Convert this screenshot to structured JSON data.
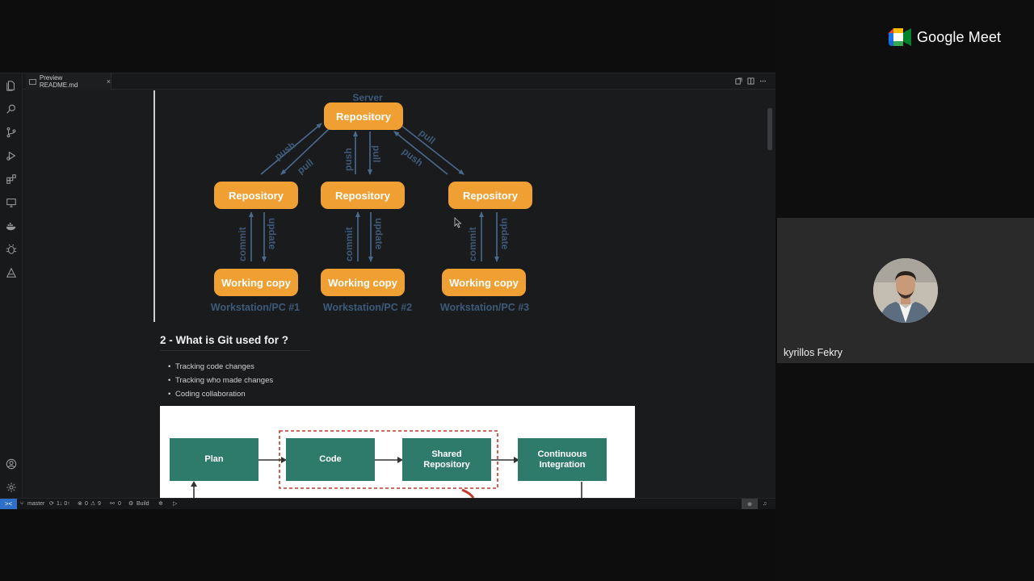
{
  "editor": {
    "tab_label": "Preview README.md",
    "tab_close": "×"
  },
  "git_diagram": {
    "server_label": "Server",
    "server_repo": "Repository",
    "local_repos": [
      "Repository",
      "Repository",
      "Repository"
    ],
    "working_copies": [
      "Working copy",
      "Working copy",
      "Working copy"
    ],
    "workstations": [
      "Workstation/PC #1",
      "Workstation/PC #2",
      "Workstation/PC #3"
    ],
    "arrow_push": "push",
    "arrow_pull": "pull",
    "arrow_commit": "commit",
    "arrow_update": "update"
  },
  "section": {
    "heading": "2 - What is Git used for ?",
    "bullets": [
      "Tracking code changes",
      "Tracking who made changes",
      "Coding collaboration"
    ]
  },
  "devops_diagram": {
    "plan": "Plan",
    "code": "Code",
    "shared_repo_line1": "Shared",
    "shared_repo_line2": "Repository",
    "ci_line1": "Continuous",
    "ci_line2": "Integration"
  },
  "statusbar": {
    "remote_icon": "><",
    "branch": "master",
    "sync": "1↓ 0↑",
    "errors": "0",
    "warnings": "9",
    "ports": "0",
    "build": "Build"
  },
  "meet": {
    "brand": "Google Meet",
    "participant_name": "kyrillos Fekry"
  },
  "colors": {
    "repo_orange": "#f0a033",
    "diagram_blue": "#3d5a78",
    "devops_green": "#2e7b6b",
    "remote_blue": "#2d6fc9"
  }
}
